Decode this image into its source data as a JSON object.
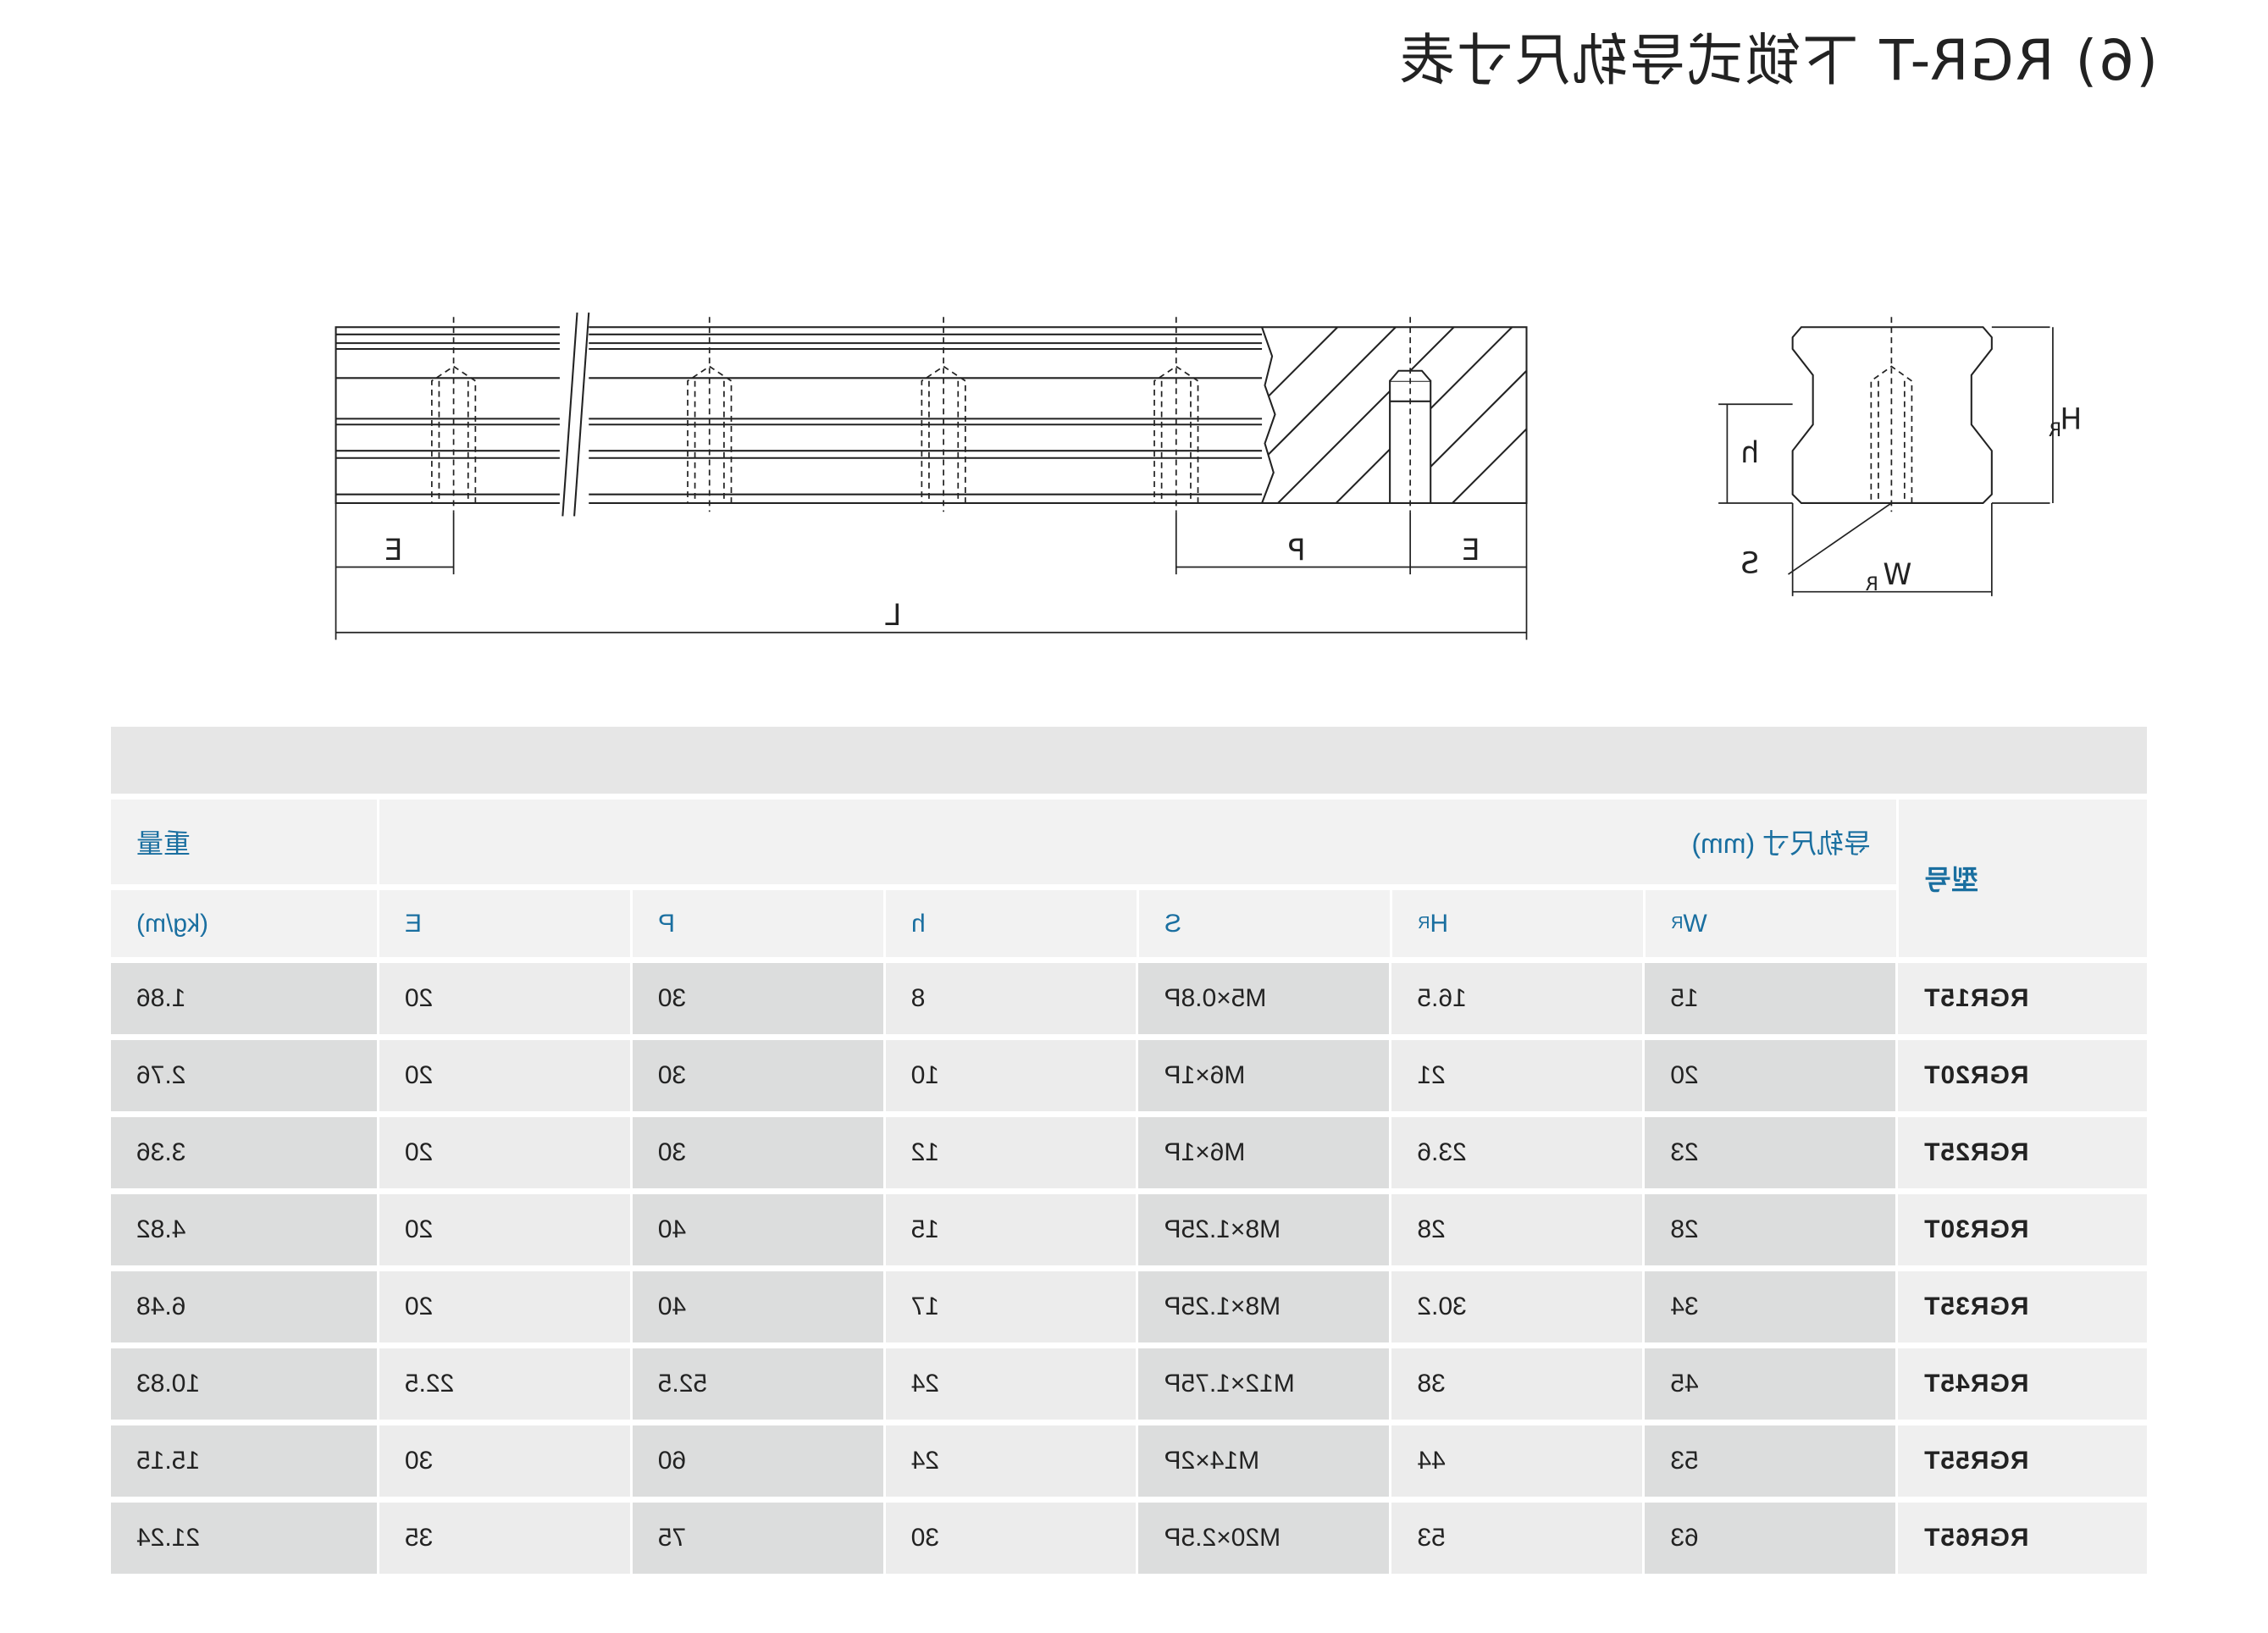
{
  "title": "(6) RGR-T 下锁式导轨尺寸表",
  "drawing": {
    "labels": {
      "E": "E",
      "P": "P",
      "L": "L",
      "S": "S",
      "W": "W",
      "WR_sub": "R",
      "H": "H",
      "HR_sub": "R",
      "h": "h"
    }
  },
  "table": {
    "model_header": "型号",
    "rail_dims_header": "导轨尺寸 (mm)",
    "weight_header": "重量",
    "sub_headers": {
      "W": "W",
      "W_sub": "R",
      "H": "H",
      "H_sub": "R",
      "S": "S",
      "h": "h",
      "P": "P",
      "E": "E",
      "weight_unit": "(kg/m)"
    },
    "rows": [
      [
        "RGR15T",
        "15",
        "16.5",
        "M5×0.8P",
        "8",
        "30",
        "20",
        "1.86"
      ],
      [
        "RGR20T",
        "20",
        "21",
        "M6×1P",
        "10",
        "30",
        "20",
        "2.76"
      ],
      [
        "RGR25T",
        "23",
        "23.6",
        "M6×1P",
        "12",
        "30",
        "20",
        "3.36"
      ],
      [
        "RGR30T",
        "28",
        "28",
        "M8×1.25P",
        "15",
        "40",
        "20",
        "4.82"
      ],
      [
        "RGR35T",
        "34",
        "30.2",
        "M8×1.25P",
        "17",
        "40",
        "20",
        "6.48"
      ],
      [
        "RGR45T",
        "45",
        "38",
        "M12×1.75P",
        "24",
        "52.5",
        "22.5",
        "10.83"
      ],
      [
        "RGR55T",
        "53",
        "44",
        "M14×2P",
        "24",
        "60",
        "30",
        "15.15"
      ],
      [
        "RGR65T",
        "63",
        "53",
        "M20×2.5P",
        "30",
        "75",
        "35",
        "21.24"
      ]
    ]
  }
}
